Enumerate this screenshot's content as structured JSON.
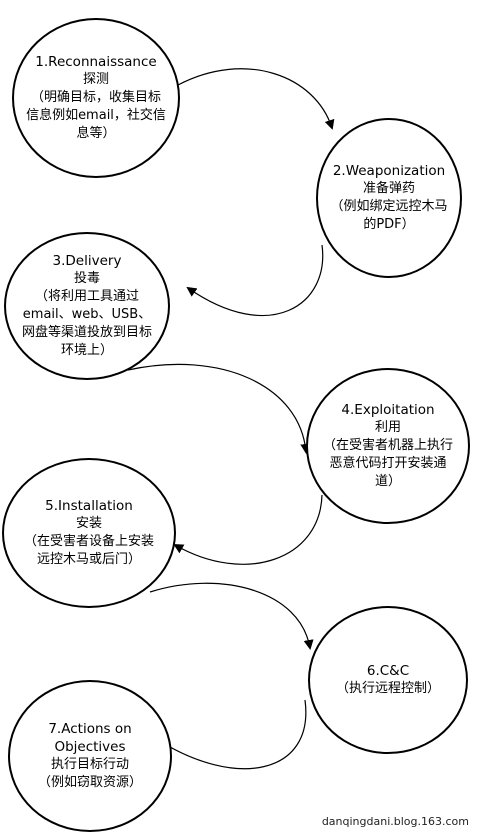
{
  "stages": [
    {
      "title": "1.Reconnaissance",
      "zh": "探测",
      "desc_lines": [
        "（明确目标，收集目标",
        "信息例如email，社交信",
        "息等）"
      ]
    },
    {
      "title": "2.Weaponization",
      "zh": "准备弹药",
      "desc_lines": [
        "（例如绑定远控木马",
        "的PDF）"
      ]
    },
    {
      "title": "3.Delivery",
      "zh": "投毒",
      "desc_lines": [
        "（将利用工具通过",
        "email、web、USB、",
        "网盘等渠道投放到目标",
        "环境上）"
      ]
    },
    {
      "title": "4.Exploitation",
      "zh": "利用",
      "desc_lines": [
        "（在受害者机器上执行",
        "恶意代码打开安装通",
        "道）"
      ]
    },
    {
      "title": "5.Installation",
      "zh": "安装",
      "desc_lines": [
        "（在受害者设备上安装",
        "远控木马或后门）"
      ]
    },
    {
      "title": "6.C&C",
      "zh": "",
      "desc_lines": [
        "（执行远程控制）"
      ]
    },
    {
      "title": "7.Actions on Objectives",
      "zh": "执行目标行动",
      "desc_lines": [
        "（例如窃取资源）"
      ]
    }
  ],
  "watermark": "danqingdani.blog.163.com"
}
